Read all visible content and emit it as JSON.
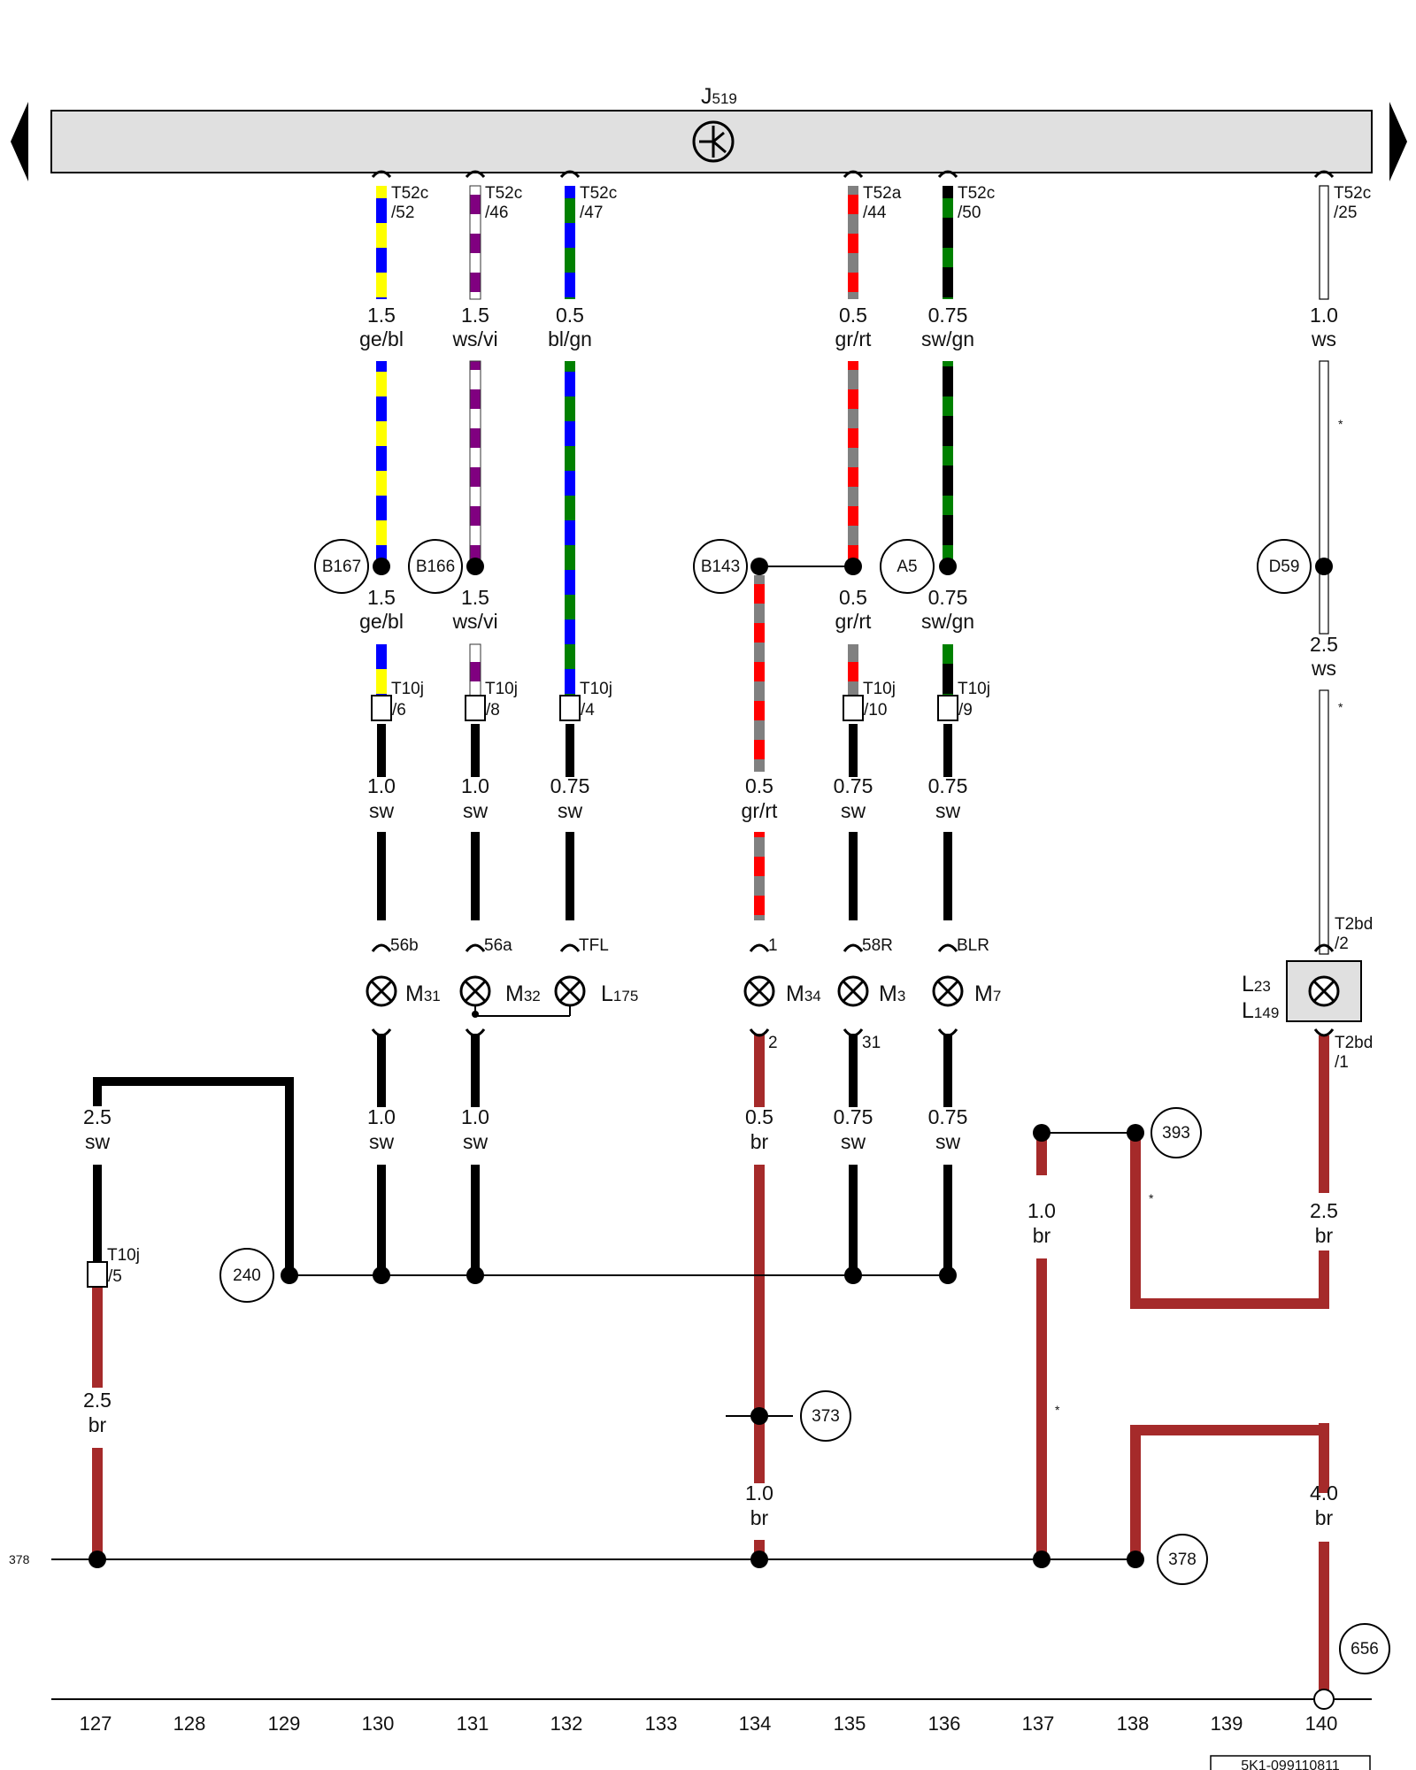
{
  "control_unit": {
    "label": "J",
    "sub": "519"
  },
  "connectors_top": [
    {
      "code": "T52c",
      "pin": "/52"
    },
    {
      "code": "T52c",
      "pin": "/46"
    },
    {
      "code": "T52c",
      "pin": "/47"
    },
    {
      "code": "T52a",
      "pin": "/44"
    },
    {
      "code": "T52c",
      "pin": "/50"
    },
    {
      "code": "T52c",
      "pin": "/25"
    }
  ],
  "wire_labels": {
    "w130_top": {
      "size": "1.5",
      "color": "ge/bl"
    },
    "w131_top": {
      "size": "1.5",
      "color": "ws/vi"
    },
    "w132_top": {
      "size": "0.5",
      "color": "bl/gn"
    },
    "w135_top": {
      "size": "0.5",
      "color": "gr/rt"
    },
    "w136_top": {
      "size": "0.75",
      "color": "sw/gn"
    },
    "w140_top": {
      "size": "1.0",
      "color": "ws"
    },
    "w130_mid": {
      "size": "1.5",
      "color": "ge/bl"
    },
    "w131_mid": {
      "size": "1.5",
      "color": "ws/vi"
    },
    "w135_mid": {
      "size": "0.5",
      "color": "gr/rt"
    },
    "w136_mid": {
      "size": "0.75",
      "color": "sw/gn"
    },
    "w140_mid": {
      "size": "2.5",
      "color": "ws"
    },
    "w130_low": {
      "size": "1.0",
      "color": "sw"
    },
    "w131_low": {
      "size": "1.0",
      "color": "sw"
    },
    "w132_low": {
      "size": "0.75",
      "color": "sw"
    },
    "w134_low": {
      "size": "0.5",
      "color": "gr/rt"
    },
    "w135_low": {
      "size": "0.75",
      "color": "sw"
    },
    "w136_low": {
      "size": "0.75",
      "color": "sw"
    },
    "w127_a": {
      "size": "2.5",
      "color": "sw"
    },
    "w130_gnd": {
      "size": "1.0",
      "color": "sw"
    },
    "w131_gnd": {
      "size": "1.0",
      "color": "sw"
    },
    "w134_gnd": {
      "size": "0.5",
      "color": "br"
    },
    "w135_gnd": {
      "size": "0.75",
      "color": "sw"
    },
    "w136_gnd": {
      "size": "0.75",
      "color": "sw"
    },
    "w137": {
      "size": "1.0",
      "color": "br"
    },
    "w140_gnd": {
      "size": "2.5",
      "color": "br"
    },
    "w127_b": {
      "size": "2.5",
      "color": "br"
    },
    "w134_b": {
      "size": "1.0",
      "color": "br"
    },
    "w140_b": {
      "size": "4.0",
      "color": "br"
    }
  },
  "splices": {
    "B167": "B167",
    "B166": "B166",
    "B143": "B143",
    "A5": "A5",
    "D59": "D59"
  },
  "connectors_mid": [
    {
      "code": "T10j",
      "pin": "/6"
    },
    {
      "code": "T10j",
      "pin": "/8"
    },
    {
      "code": "T10j",
      "pin": "/4"
    },
    {
      "code": "T10j",
      "pin": "/10"
    },
    {
      "code": "T10j",
      "pin": "/9"
    },
    {
      "code": "T10j",
      "pin": "/5"
    }
  ],
  "bulb_pins_top": [
    "56b",
    "56a",
    "TFL",
    "1",
    "58R",
    "BLR"
  ],
  "bulb_pins_bottom": [
    "2",
    "31"
  ],
  "components": {
    "m31": {
      "main": "M",
      "sub": "31"
    },
    "m32": {
      "main": "M",
      "sub": "32"
    },
    "l175": {
      "main": "L",
      "sub": "175"
    },
    "m34": {
      "main": "M",
      "sub": "34"
    },
    "m3": {
      "main": "M",
      "sub": "3"
    },
    "m7": {
      "main": "M",
      "sub": "7"
    },
    "l23": {
      "main": "L",
      "sub": "23"
    },
    "l149": {
      "main": "L",
      "sub": "149"
    }
  },
  "t2bd": {
    "code": "T2bd",
    "pin_top": "/2",
    "pin_bottom": "/1"
  },
  "ground_refs": {
    "r240": "240",
    "r373": "373",
    "r378": "378",
    "r393": "393",
    "r656": "656",
    "left378": "378"
  },
  "star": "*",
  "footer_numbers": [
    "127",
    "128",
    "129",
    "130",
    "131",
    "132",
    "133",
    "134",
    "135",
    "136",
    "137",
    "138",
    "139",
    "140"
  ],
  "doc_id": "5K1-099110811",
  "colors": {
    "black": "#000000",
    "brown": "#a52a2a",
    "yellow": "#ffff00",
    "blue": "#0000ff",
    "violet": "#800080",
    "green": "#008000",
    "red": "#ff0000",
    "grey": "#808080",
    "unit_fill": "#e0e0e0"
  }
}
